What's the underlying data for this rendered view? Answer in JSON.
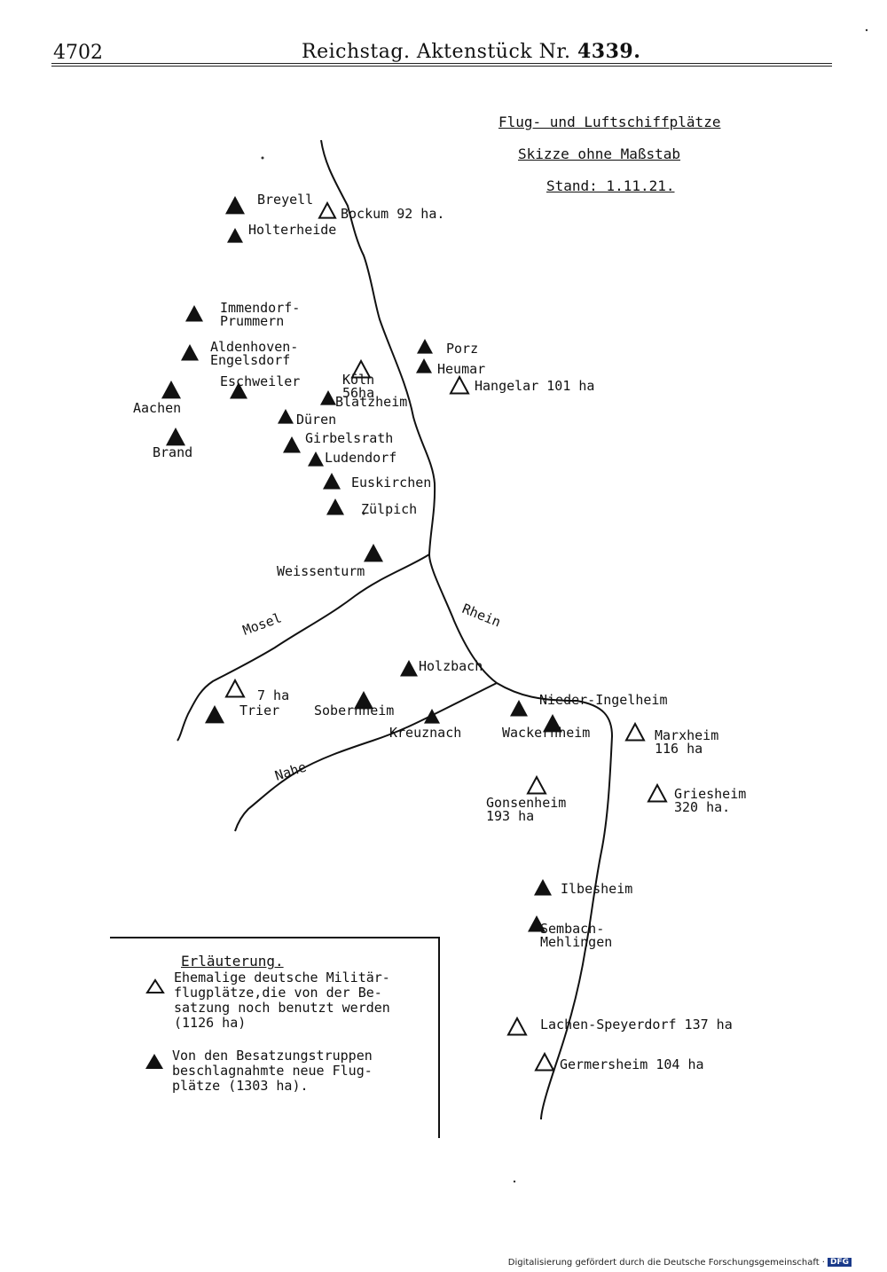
{
  "header": {
    "page_number": "4702",
    "title_prefix": "Reichstag.  Aktenstück Nr.",
    "title_number": "4339."
  },
  "map": {
    "titles": [
      "Flug- und Luftschiffplätze",
      "Skizze ohne Maßstab",
      "Stand: 1.11.21."
    ],
    "rivers": [
      {
        "name": "Rhein"
      },
      {
        "name": "Mosel"
      },
      {
        "name": "Nahe"
      }
    ],
    "sites": [
      {
        "id": "breyell",
        "label": "Breyell",
        "type": "new"
      },
      {
        "id": "bockum",
        "label": "Bockum 92 ha.",
        "type": "former"
      },
      {
        "id": "holterheide",
        "label": "Holterheide",
        "type": "new"
      },
      {
        "id": "immendorf",
        "label": "Immendorf-\nPrummern",
        "type": "new"
      },
      {
        "id": "aldenhoven",
        "label": "Aldenhoven-\nEngelsdorf",
        "type": "new"
      },
      {
        "id": "eschweiler",
        "label": "Eschweiler",
        "type": "new"
      },
      {
        "id": "koeln",
        "label": "Köln\n56ha",
        "type": "former"
      },
      {
        "id": "porz",
        "label": "Porz",
        "type": "new"
      },
      {
        "id": "heumar",
        "label": "Heumar",
        "type": "new"
      },
      {
        "id": "hangelar",
        "label": "Hangelar 101 ha",
        "type": "former"
      },
      {
        "id": "aachen",
        "label": "Aachen",
        "type": "new"
      },
      {
        "id": "butzweilerhof",
        "label": "Blatzheim",
        "type": "new"
      },
      {
        "id": "dueren",
        "label": "Düren",
        "type": "new"
      },
      {
        "id": "brand",
        "label": "Brand",
        "type": "new"
      },
      {
        "id": "girbelsrath",
        "label": "Girbelsrath",
        "type": "new"
      },
      {
        "id": "ludendorf",
        "label": "Ludendorf",
        "type": "new"
      },
      {
        "id": "euskirchen",
        "label": "Euskirchen",
        "type": "new"
      },
      {
        "id": "zuelpich",
        "label": "Zülpich",
        "type": "new"
      },
      {
        "id": "weissenturm",
        "label": "Weissenturm",
        "type": "new"
      },
      {
        "id": "holzbach",
        "label": "Holzbach",
        "type": "new"
      },
      {
        "id": "trier-former",
        "label": "7 ha",
        "type": "former"
      },
      {
        "id": "trier",
        "label": "Trier",
        "type": "new"
      },
      {
        "id": "sobernheim",
        "label": "Sobernheim",
        "type": "new"
      },
      {
        "id": "kreuznach",
        "label": "Kreuznach",
        "type": "new"
      },
      {
        "id": "nieder-ingelheim",
        "label": "Nieder-Ingelheim",
        "type": "new"
      },
      {
        "id": "wackernheim",
        "label": "Wackernheim",
        "type": "new"
      },
      {
        "id": "marxheim",
        "label": "Marxheim\n116 ha",
        "type": "former"
      },
      {
        "id": "gonsenheim",
        "label": "Gonsenheim\n193 ha",
        "type": "former"
      },
      {
        "id": "griesheim",
        "label": "Griesheim\n320 ha.",
        "type": "former"
      },
      {
        "id": "ilbesheim",
        "label": "Ilbesheim",
        "type": "new"
      },
      {
        "id": "sembach",
        "label": "Sembach-\nMehlingen",
        "type": "new"
      },
      {
        "id": "lachen",
        "label": "Lachen-Speyerdorf 137 ha",
        "type": "former"
      },
      {
        "id": "germersheim",
        "label": "Germersheim 104 ha",
        "type": "former"
      }
    ]
  },
  "legend": {
    "heading": "Erläuterung.",
    "former_text": [
      "Ehemalige deutsche Militär-",
      "flugplätze,die von der Be-",
      "satzung noch benutzt werden",
      "(1126 ha)"
    ],
    "new_text": [
      "Von den Besatzungstruppen",
      "beschlagnahmte neue Flug-",
      "plätze (1303 ha)."
    ]
  },
  "footer": {
    "credit": "Digitalisierung gefördert durch die Deutsche Forschungsgemeinschaft ·",
    "logo": "DFG"
  }
}
